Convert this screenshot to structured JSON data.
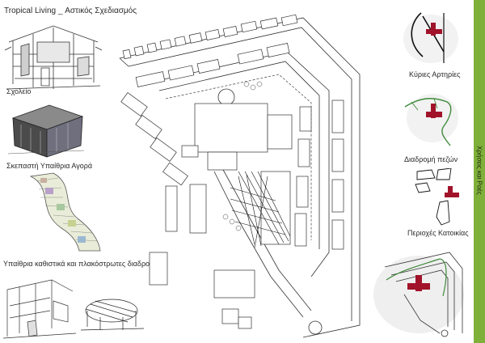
{
  "board": {
    "title": "Tropical Living  _  Αστικός Σχεδιασμός",
    "left_labels": {
      "school": "Σχολείο",
      "market": "Σκεπαστή Υπαίθρια Αγορά",
      "seating": "Υπαίθρια καθιστικά και πλακόστρωτες διαδρομές"
    },
    "right_labels": {
      "arteries": "Κύριες Αρτηρίες",
      "pedestrian": "Διαδρομή πεζών",
      "housing": "Περιοχές Κατοικίας"
    },
    "side_strip": "Χρήσεις και Ροές"
  },
  "colors": {
    "accent_red": "#a1132a",
    "path_green": "#3f8a3a",
    "strip_green": "#7fb03a"
  }
}
